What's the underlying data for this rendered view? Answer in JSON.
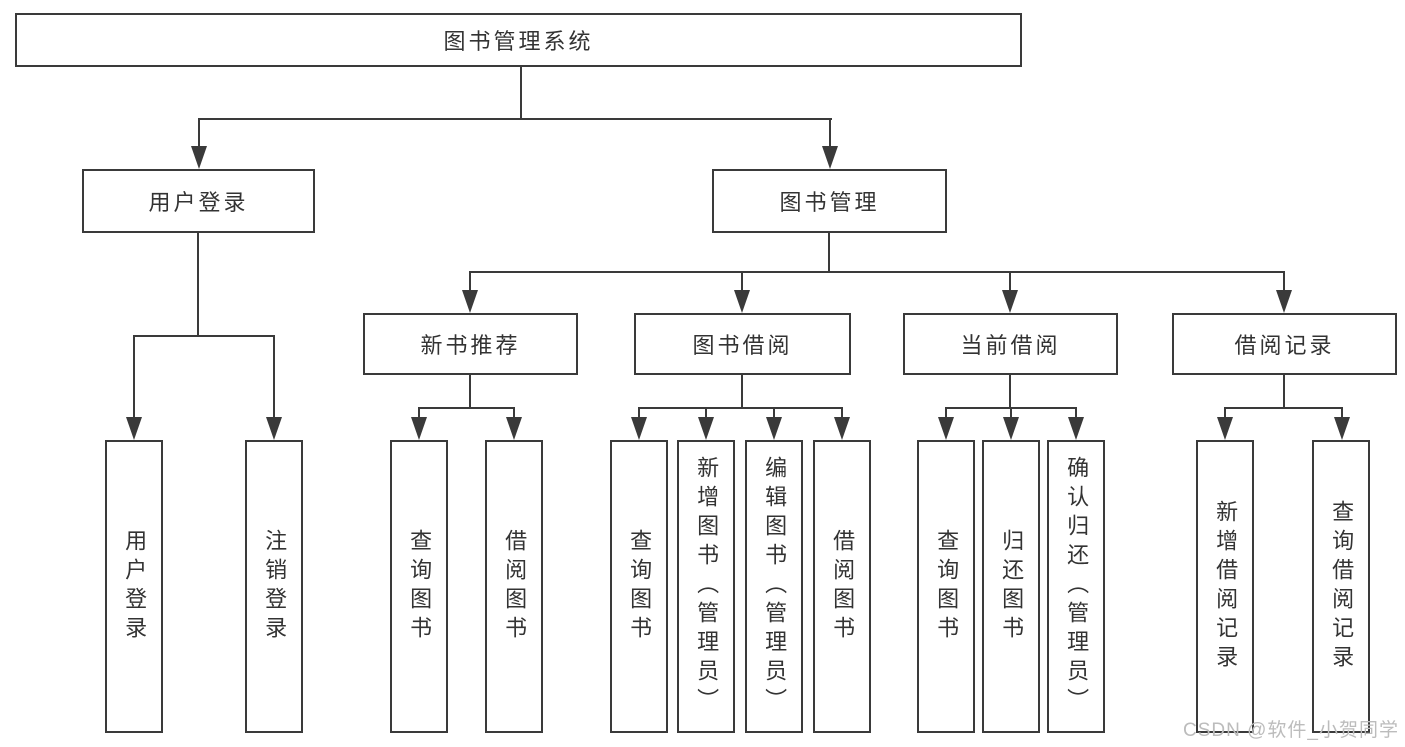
{
  "diagram": {
    "title": "图书管理系统",
    "nodes": {
      "root": "图书管理系统",
      "user_login": "用户登录",
      "book_management": "图书管理",
      "new_book_recommend": "新书推荐",
      "book_borrowing": "图书借阅",
      "current_borrowing": "当前借阅",
      "borrowing_records": "借阅记录",
      "leaf_user_login": "用户登录",
      "leaf_logout": "注销登录",
      "leaf_nbr_query_books": "查询图书",
      "leaf_nbr_borrow_books": "借阅图书",
      "leaf_bb_query_books": "查询图书",
      "leaf_bb_add_books": "新增图书（管理员）",
      "leaf_bb_edit_books": "编辑图书（管理员）",
      "leaf_bb_borrow_books": "借阅图书",
      "leaf_cb_query_books": "查询图书",
      "leaf_cb_return_books": "归还图书",
      "leaf_cb_confirm_return": "确认归还（管理员）",
      "leaf_br_add_record": "新增借阅记录",
      "leaf_br_query_record": "查询借阅记录"
    },
    "hierarchy": {
      "图书管理系统": {
        "用户登录": [
          "用户登录",
          "注销登录"
        ],
        "图书管理": {
          "新书推荐": [
            "查询图书",
            "借阅图书"
          ],
          "图书借阅": [
            "查询图书",
            "新增图书（管理员）",
            "编辑图书（管理员）",
            "借阅图书"
          ],
          "当前借阅": [
            "查询图书",
            "归还图书",
            "确认归还（管理员）"
          ],
          "借阅记录": [
            "新增借阅记录",
            "查询借阅记录"
          ]
        }
      }
    },
    "watermark": "CSDN @软件_小贺同学",
    "colors": {
      "line": "#3a3a3a",
      "text": "#333333",
      "background": "#ffffff",
      "watermark": "#bcbcbc"
    }
  }
}
